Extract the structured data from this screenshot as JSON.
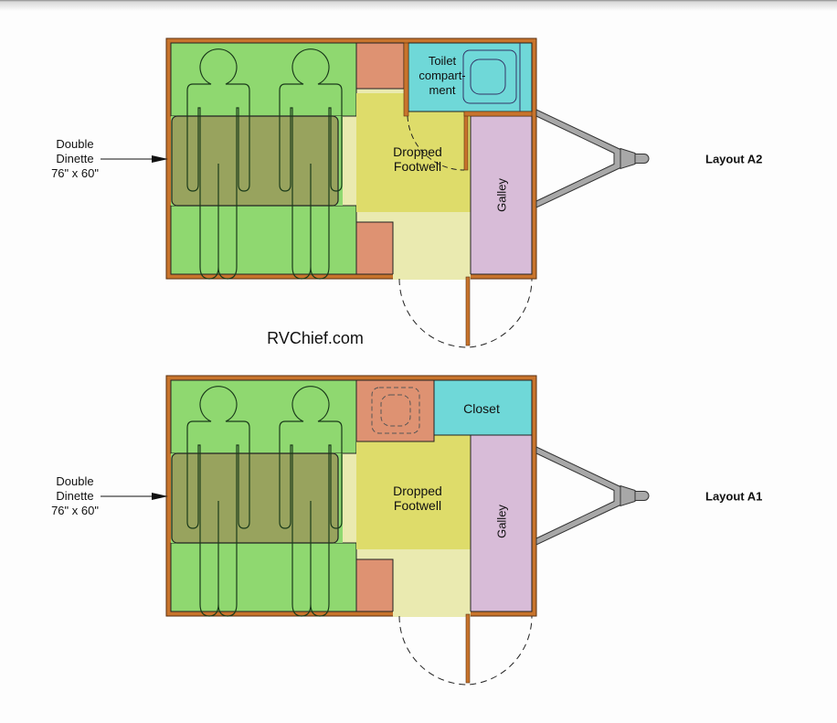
{
  "watermark": "RVChief.com",
  "colors": {
    "wall": "#c8742c",
    "bed": "#8fd870",
    "table": "#9a9a5a",
    "cushion_pale": "#eaeab0",
    "footwell": "#dedc6a",
    "seat": "#de9272",
    "toilet_room": "#6fd8d8",
    "closet": "#6fd8d8",
    "galley": "#d8bcd8",
    "hitch": "#a8a8a8"
  },
  "layouts": [
    {
      "name": "Layout A2",
      "dinette_label": [
        "Double",
        "Dinette",
        "76\" x 60\""
      ],
      "footwell_label": [
        "Dropped",
        "Footwell"
      ],
      "galley_label": "Galley",
      "corner_label": [
        "Toilet",
        "compart-",
        "ment"
      ],
      "corner_type": "toilet"
    },
    {
      "name": "Layout A1",
      "dinette_label": [
        "Double",
        "Dinette",
        "76\" x 60\""
      ],
      "footwell_label": [
        "Dropped",
        "Footwell"
      ],
      "galley_label": "Galley",
      "corner_label": [
        "Closet"
      ],
      "corner_type": "closet"
    }
  ]
}
